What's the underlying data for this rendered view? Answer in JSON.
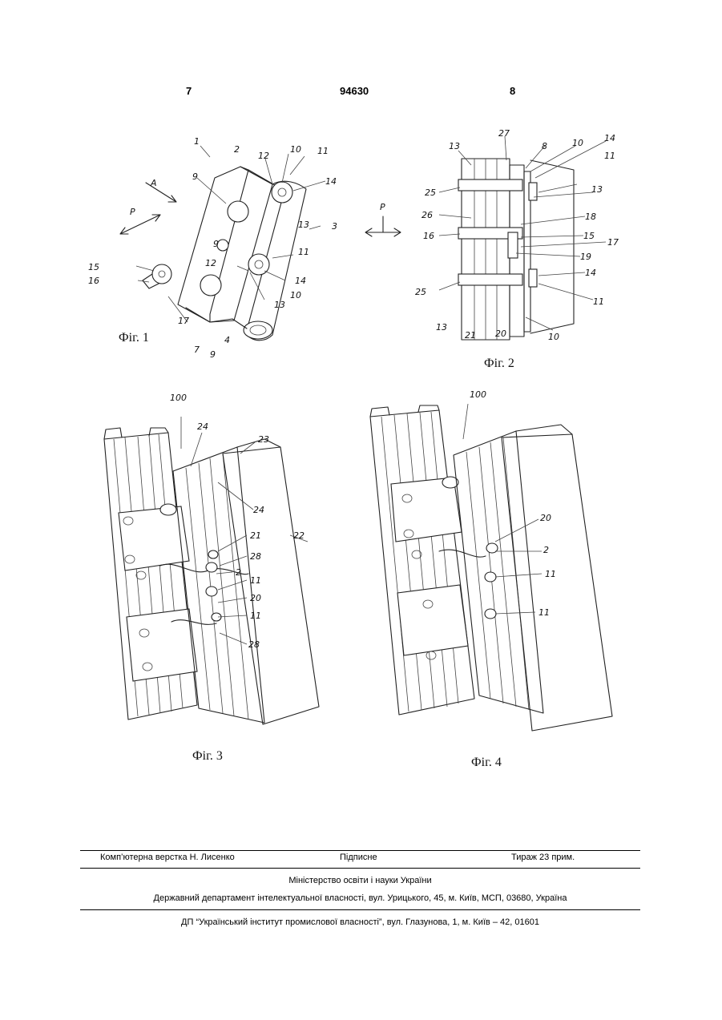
{
  "header": {
    "page_left": "7",
    "patent_number": "94630",
    "page_right": "8"
  },
  "figures": {
    "fig1": {
      "caption": "Фіг. 1",
      "labels": [
        "1",
        "2",
        "9",
        "12",
        "10",
        "11",
        "14",
        "A",
        "P",
        "3",
        "13",
        "9",
        "12",
        "14",
        "11",
        "15",
        "16",
        "17",
        "7",
        "4",
        "9",
        "13",
        "10"
      ]
    },
    "fig2": {
      "caption": "Фіг. 2",
      "arrow_label": "P",
      "labels": [
        "13",
        "27",
        "8",
        "10",
        "14",
        "11",
        "25",
        "13",
        "26",
        "18",
        "16",
        "15",
        "17",
        "19",
        "14",
        "25",
        "11",
        "13",
        "21",
        "20",
        "10"
      ]
    },
    "fig3": {
      "caption": "Фіг. 3",
      "labels": [
        "100",
        "24",
        "23",
        "24",
        "21",
        "22",
        "28",
        "2",
        "11",
        "20",
        "11",
        "28"
      ]
    },
    "fig4": {
      "caption": "Фіг. 4",
      "labels": [
        "100",
        "20",
        "2",
        "11",
        "11"
      ]
    }
  },
  "footer": {
    "typesetting": "Комп’ютерна верстка Н. Лисенко",
    "subscription": "Підписне",
    "circulation": "Тираж 23 прим.",
    "ministry": "Міністерство освіти і науки України",
    "department": "Державний департамент інтелектуальної власності, вул. Урицького, 45, м. Київ, МСП, 03680, Україна",
    "institute": "ДП “Український інститут промислової власності”, вул. Глазунова, 1, м. Київ – 42, 01601"
  }
}
